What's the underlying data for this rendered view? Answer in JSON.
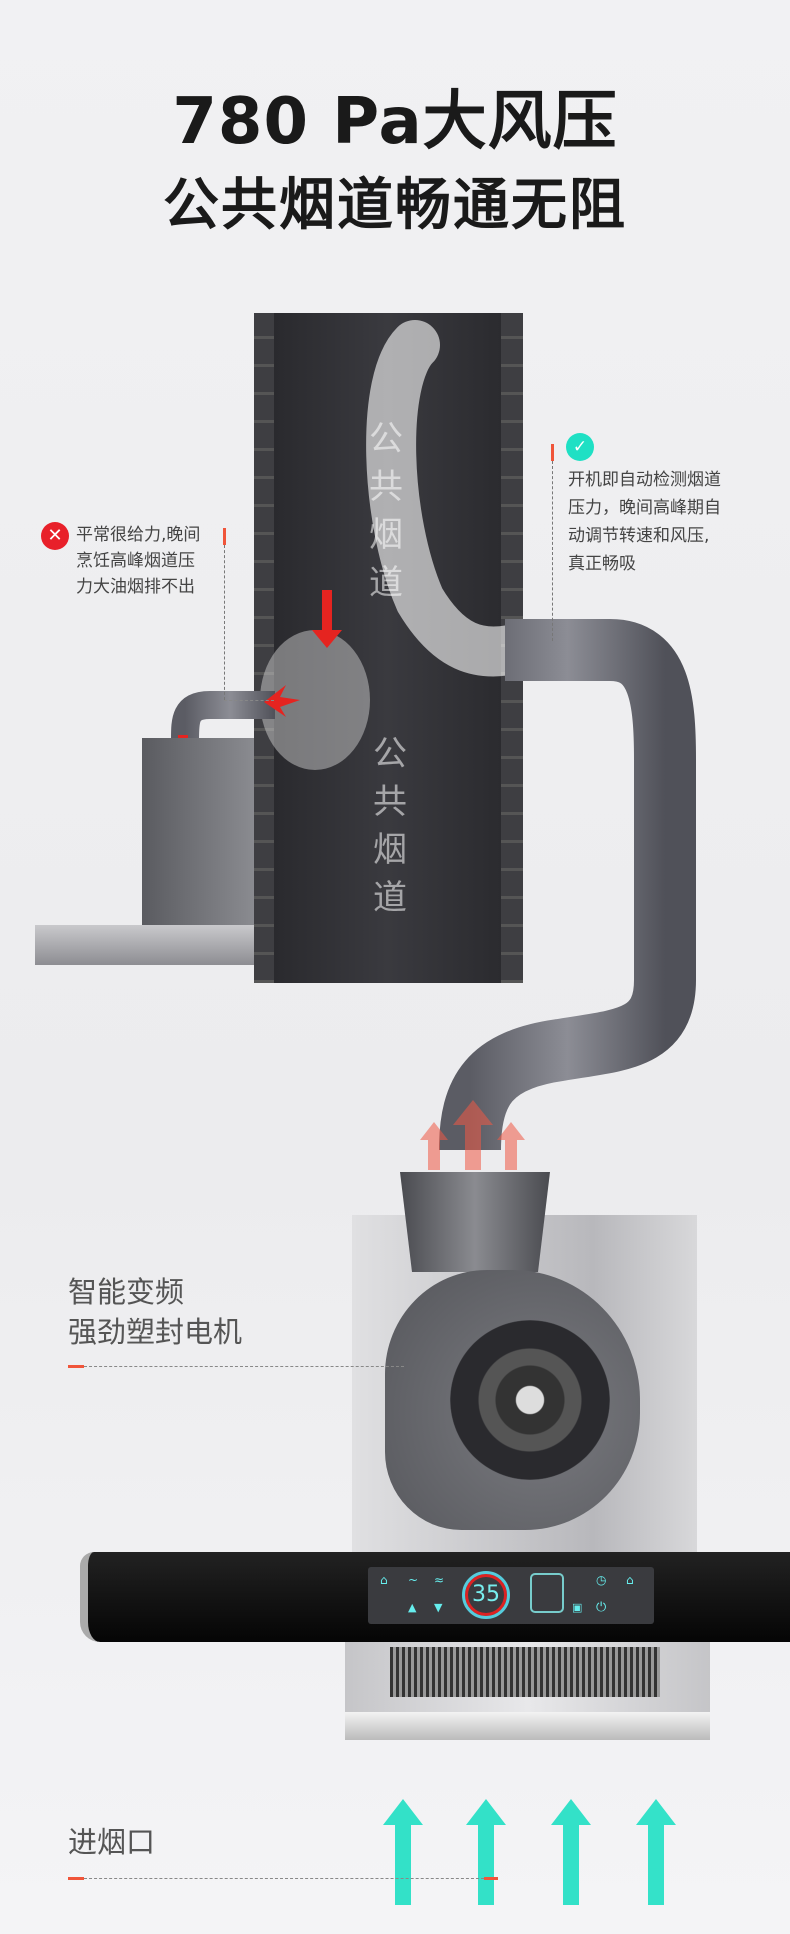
{
  "headline": {
    "line1": "780 Pa大风压",
    "line2": "公共烟道畅通无阻"
  },
  "chimney": {
    "label_top": "公共烟道",
    "label_bottom": "公共烟道"
  },
  "bad_note": {
    "icon": "x-circle-icon",
    "lines": [
      "平常很给力,晚间",
      "烹饪高峰烟道压",
      "力大油烟排不出"
    ]
  },
  "good_note": {
    "icon": "check-circle-icon",
    "lines": [
      "开机即自动检测烟道",
      "压力，晚间高峰期自",
      "动调节转速和风压,",
      "真正畅吸"
    ]
  },
  "motor_label": {
    "lines": [
      "智能变频",
      "强劲塑封电机"
    ]
  },
  "intake_label": "进烟口",
  "panel": {
    "display_value": "35"
  },
  "colors": {
    "accent_red": "#f0553a",
    "accent_teal": "#1fe0c4",
    "error": "#e8202a"
  }
}
